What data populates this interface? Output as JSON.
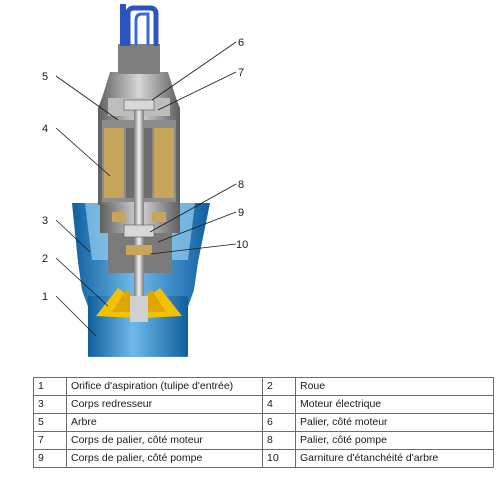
{
  "callouts": [
    {
      "number": "1"
    },
    {
      "number": "2"
    },
    {
      "number": "3"
    },
    {
      "number": "4"
    },
    {
      "number": "5"
    },
    {
      "number": "6"
    },
    {
      "number": "7"
    },
    {
      "number": "8"
    },
    {
      "number": "9"
    },
    {
      "number": "10"
    }
  ],
  "legend": {
    "rows": [
      [
        "1",
        "Orifice d'aspiration (tulipe d'entrée)",
        "2",
        "Roue"
      ],
      [
        "3",
        "Corps redresseur",
        "4",
        "Moteur électrique"
      ],
      [
        "5",
        "Arbre",
        "6",
        "Palier, côté moteur"
      ],
      [
        "7",
        "Corps de palier, côté moteur",
        "8",
        "Palier, côté pompe"
      ],
      [
        "9",
        "Corps de palier, côté pompe",
        "10",
        "Garniture d'étanchéité d'arbre"
      ]
    ]
  },
  "colors": {
    "casing_blue": "#1f7fc4",
    "casing_light": "#9fd0f0",
    "motor_grey": "#9a9a9a",
    "impeller_yellow": "#f2c200",
    "winding_gold": "#c7a55a",
    "cable_blue": "#2a55c0"
  }
}
